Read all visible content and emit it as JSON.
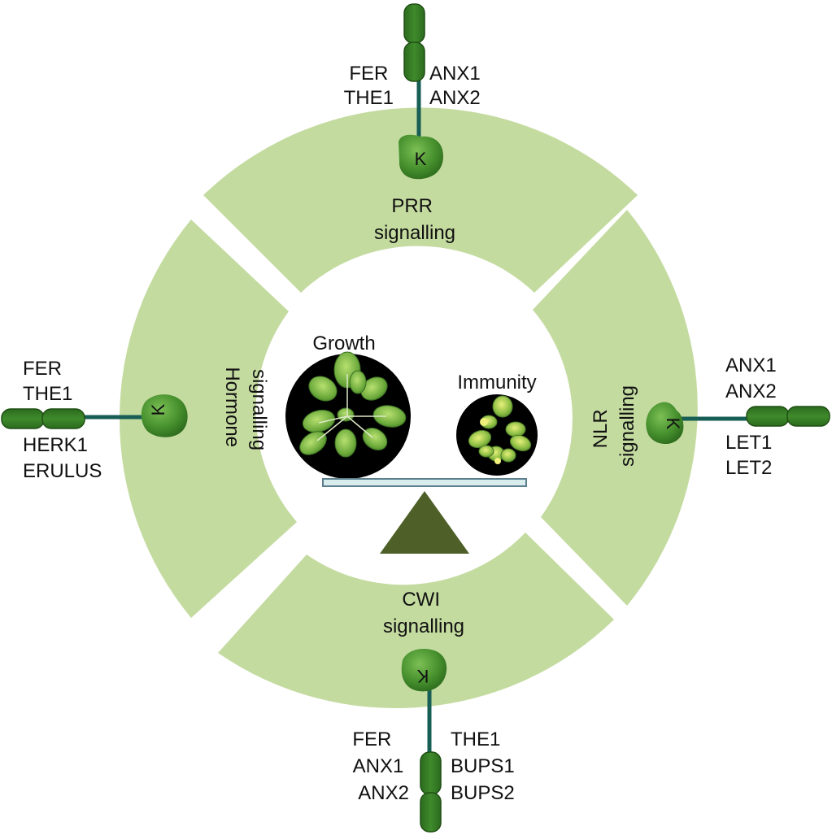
{
  "colors": {
    "ring": "#c4dba0",
    "receptor_dark": "#2e6e1e",
    "receptor_light": "#5a9a3c",
    "stalk": "#175e55",
    "balance_bar_fill": "#d8ecee",
    "balance_bar_stroke": "#5b7f8e",
    "fulcrum": "#4e6028",
    "plant_bg": "#000000"
  },
  "icons": {
    "receptor": "receptor-kinase-icon",
    "growth_plant": "rosette-plant-icon",
    "immunity_plant": "stressed-rosette-plant-icon"
  },
  "segments": {
    "prr": "PRR\nsignalling",
    "nlr": "NLR\nsignalling",
    "cwi": "CWI\nsignalling",
    "hormone": "Hormone\nsignalling"
  },
  "center": {
    "growth": "Growth",
    "immunity": "Immunity"
  },
  "receptors": {
    "top": {
      "kinase": "K",
      "left": [
        "FER",
        "THE1"
      ],
      "right": [
        "ANX1",
        "ANX2"
      ]
    },
    "right": {
      "kinase": "K",
      "above": [
        "ANX1",
        "ANX2"
      ],
      "below": [
        "LET1",
        "LET2"
      ]
    },
    "bottom": {
      "kinase": "K",
      "left": [
        "FER",
        "ANX1",
        "ANX2"
      ],
      "right": [
        "THE1",
        "BUPS1",
        "BUPS2"
      ]
    },
    "left": {
      "kinase": "K",
      "above": [
        "FER",
        "THE1"
      ],
      "below": [
        "HERK1",
        "ERULUS"
      ]
    }
  }
}
